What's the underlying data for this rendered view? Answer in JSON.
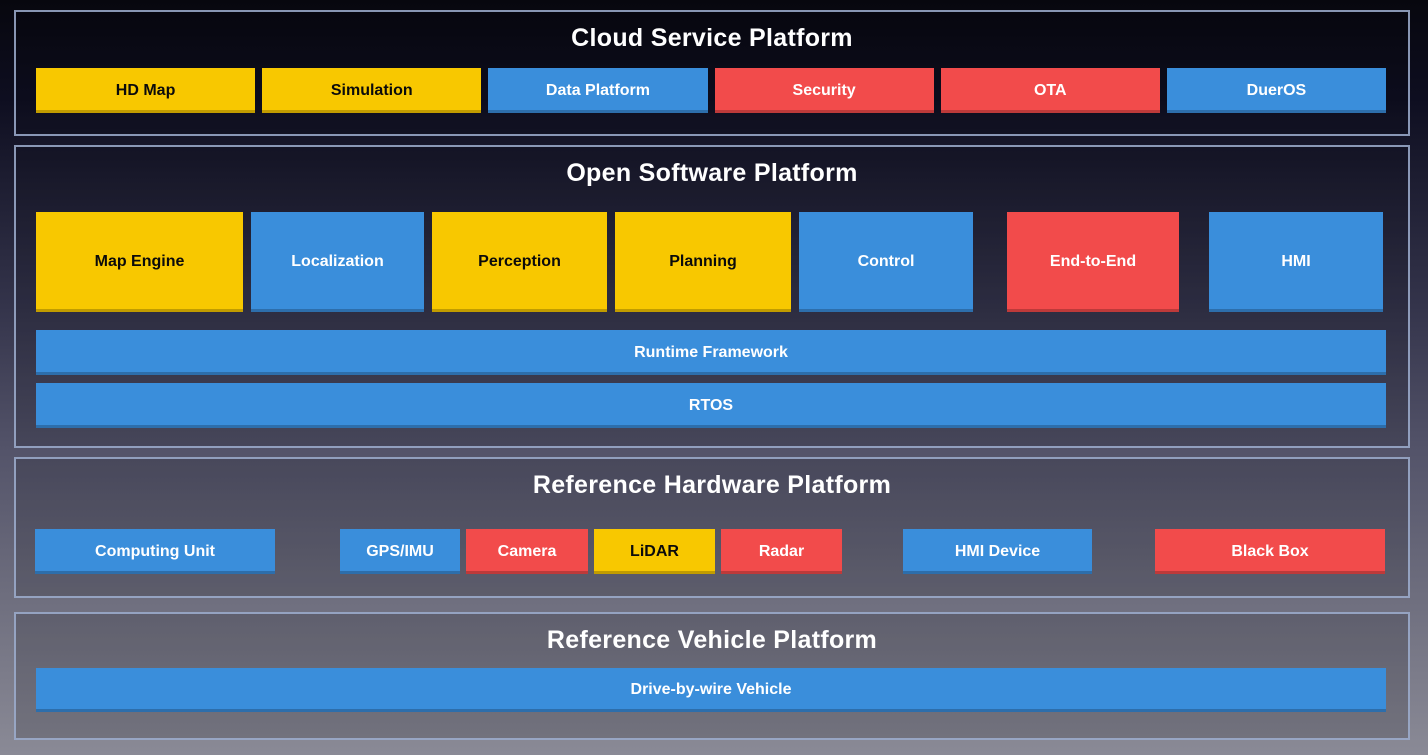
{
  "page": {
    "background_top": "#07070E",
    "background_bottom": "#8A8A96",
    "section_border": "#9FAFD0"
  },
  "colors": {
    "yellow": {
      "bg": "#F8C800",
      "text": "#0B0B0B"
    },
    "blue": {
      "bg": "#3A8EDB",
      "text": "#FFFFFF"
    },
    "red": {
      "bg": "#F24B4B",
      "text": "#FFFFFF"
    }
  },
  "sections": [
    {
      "title": "Cloud Service Platform",
      "blocks": [
        {
          "label": "HD Map",
          "color": "yellow"
        },
        {
          "label": "Simulation",
          "color": "yellow"
        },
        {
          "label": "Data Platform",
          "color": "blue"
        },
        {
          "label": "Security",
          "color": "red"
        },
        {
          "label": "OTA",
          "color": "red"
        },
        {
          "label": "DuerOS",
          "color": "blue"
        }
      ]
    },
    {
      "title": "Open Software Platform",
      "blocks": [
        {
          "label": "Map Engine",
          "color": "yellow"
        },
        {
          "label": "Localization",
          "color": "blue"
        },
        {
          "label": "Perception",
          "color": "yellow"
        },
        {
          "label": "Planning",
          "color": "yellow"
        },
        {
          "label": "Control",
          "color": "blue"
        },
        {
          "label": "End-to-End",
          "color": "red"
        },
        {
          "label": "HMI",
          "color": "blue"
        }
      ],
      "bars": [
        {
          "label": "Runtime Framework",
          "color": "blue"
        },
        {
          "label": "RTOS",
          "color": "blue"
        }
      ]
    },
    {
      "title": "Reference Hardware Platform",
      "blocks": [
        {
          "label": "Computing Unit",
          "color": "blue"
        },
        {
          "label": "GPS/IMU",
          "color": "blue"
        },
        {
          "label": "Camera",
          "color": "red"
        },
        {
          "label": "LiDAR",
          "color": "yellow"
        },
        {
          "label": "Radar",
          "color": "red"
        },
        {
          "label": "HMI Device",
          "color": "blue"
        },
        {
          "label": "Black Box",
          "color": "red"
        }
      ]
    },
    {
      "title": "Reference Vehicle Platform",
      "bars": [
        {
          "label": "Drive-by-wire Vehicle",
          "color": "blue"
        }
      ]
    }
  ]
}
